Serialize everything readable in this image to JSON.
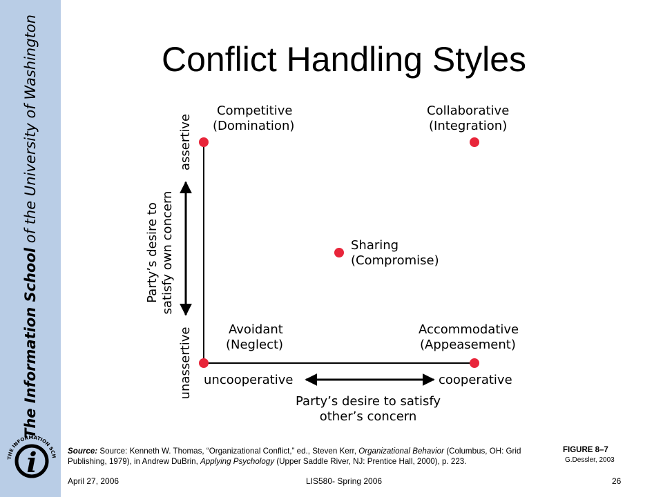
{
  "sidebar": {
    "school_name_bold": "The Information School",
    "school_name_rest": " of the University of Washington",
    "logo_ring_text": "THE INFORMATION SCHOOL",
    "logo_letter": "i"
  },
  "slide": {
    "title": "Conflict Handling Styles"
  },
  "diagram": {
    "competitive": {
      "line1": "Competitive",
      "line2": "(Domination)"
    },
    "collaborative": {
      "line1": "Collaborative",
      "line2": "(Integration)"
    },
    "sharing": {
      "line1": "Sharing",
      "line2": "(Compromise)"
    },
    "avoidant": {
      "line1": "Avoidant",
      "line2": "(Neglect)"
    },
    "accommodative": {
      "line1": "Accommodative",
      "line2": "(Appeasement)"
    },
    "y_axis": {
      "high": "assertive",
      "low": "unassertive",
      "label_line1": "Party’s desire to",
      "label_line2": "satisfy own concern"
    },
    "x_axis": {
      "low": "uncooperative",
      "high": "cooperative",
      "label_line1": "Party’s desire to satisfy",
      "label_line2": "other’s concern"
    },
    "colors": {
      "dot": "#e8253a",
      "axis": "#000000",
      "sidebar": "#b9cde6"
    }
  },
  "source": {
    "label": "Source:",
    "p1": " Source: Kenneth W. Thomas, “Organizational Conflict,” ed., Steven Kerr, ",
    "book1": "Organizational Behavior",
    "p2": " (Columbus, OH: Grid Publishing, 1979), in Andrew DuBrin, ",
    "book2": "Applying Psychology",
    "p3": " (Upper Saddle River, NJ: Prentice Hall, 2000), p. 223."
  },
  "figure": {
    "label": "FIGURE 8–7",
    "credit": "G.Dessler, 2003"
  },
  "footer": {
    "date": "April 27, 2006",
    "course": "LIS580- Spring 2006",
    "page": "26"
  }
}
